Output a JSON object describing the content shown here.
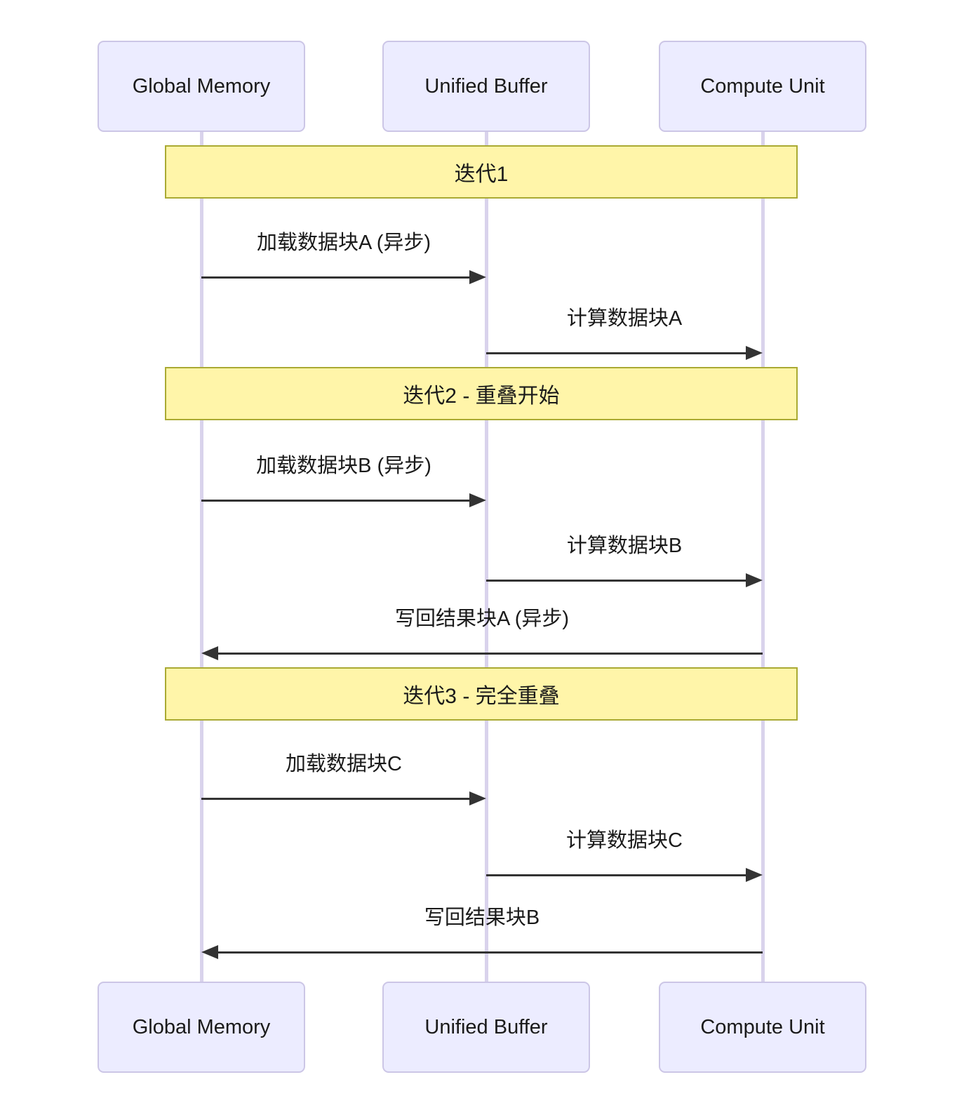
{
  "diagram": {
    "title": "",
    "participants": [
      {
        "id": "global-memory",
        "label": "Global Memory"
      },
      {
        "id": "unified-buffer",
        "label": "Unified Buffer"
      },
      {
        "id": "compute-unit",
        "label": "Compute Unit"
      }
    ],
    "sections": [
      {
        "title": "迭代1"
      },
      {
        "title": "迭代2 - 重叠开始"
      },
      {
        "title": "迭代3 - 完全重叠"
      }
    ],
    "messages": [
      {
        "from": 0,
        "to": 1,
        "label": "加载数据块A (异步)"
      },
      {
        "from": 1,
        "to": 2,
        "label": "计算数据块A"
      },
      {
        "from": 0,
        "to": 1,
        "label": "加载数据块B (异步)"
      },
      {
        "from": 1,
        "to": 2,
        "label": "计算数据块B"
      },
      {
        "from": 2,
        "to": 0,
        "label": "写回结果块A (异步)"
      },
      {
        "from": 0,
        "to": 1,
        "label": "加载数据块C"
      },
      {
        "from": 1,
        "to": 2,
        "label": "计算数据块C"
      },
      {
        "from": 2,
        "to": 0,
        "label": "写回结果块B"
      }
    ],
    "colors": {
      "bg": "#ffffff",
      "actor_fill": "#ECECFF",
      "actor_border": "#CCC6E6",
      "lifeline": "#D9D3EC",
      "band_fill": "#FFF5A9",
      "band_border": "#AAAA33",
      "arrow": "#333333",
      "text": "#1a1a1a"
    }
  }
}
